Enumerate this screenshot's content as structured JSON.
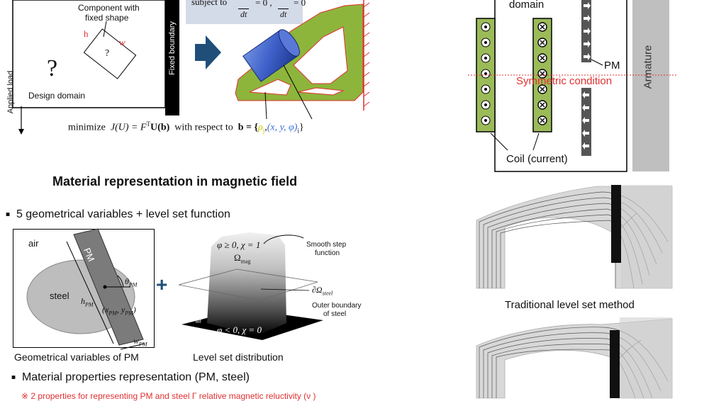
{
  "top_left": {
    "component_label_1": "Component with",
    "component_label_2": "fixed shape",
    "h_label": "h",
    "w_label": "w",
    "question_small": "?",
    "question_big": "?",
    "design_domain": "Design domain",
    "applied_load": "Applied load",
    "fixed_boundary": "Fixed boundary",
    "subject_text": "subject to",
    "dt1": "dt",
    "eq1": "= 0 ,",
    "dt2": "dt",
    "eq2": "= 0",
    "formula_minimize": "minimize",
    "formula_J": "J(U) = F",
    "formula_T": "T",
    "formula_U": "U(b)",
    "formula_respect": "with respect to",
    "formula_b": "b = {",
    "formula_rho": "ρ",
    "formula_rho_sub": "j",
    "formula_comma": ",",
    "formula_xyphi": "(x, y, φ)",
    "formula_i": "i",
    "formula_close": "}"
  },
  "section_title": "Material representation in magnetic field",
  "bullet1": "5 geometrical variables + level set function",
  "pm_diagram": {
    "air": "air",
    "pm": "PM",
    "steel": "steel",
    "theta": "θ",
    "theta_sub": "PM",
    "h": "h",
    "h_sub": "PM",
    "xy_open": "(x",
    "xy_sub1": "PM",
    "xy_mid": ", y",
    "xy_sub2": "PM",
    "xy_close": ")",
    "w": "w",
    "w_sub": "PM",
    "caption": "Geometrical variables of PM"
  },
  "plus": "+",
  "levelset": {
    "top_label": "φ ≥ 0,  χ = 1",
    "omega_mag": "Ω",
    "omega_mag_sub": "mag",
    "smooth_1": "Smooth step",
    "smooth_2": "function",
    "boundary_symbol": "∂Ω",
    "boundary_sub": "steel",
    "outer_1": "Outer boundary",
    "outer_2": "of steel",
    "omega_air": "Ω",
    "omega_air_sub": "air",
    "bottom_label": "φ < 0,  χ = 0",
    "caption": "Level set distribution"
  },
  "bullet2": "Material properties representation (PM, steel)",
  "note": "※ 2 properties for representing PM and steel  Γ  relative magnetic reluctivity (ν )",
  "right": {
    "domain": "domain",
    "pm": "PM",
    "symmetric": "Symmetric condition",
    "armature": "Armature",
    "coil": "Coil (current)",
    "traditional": "Traditional level set method"
  },
  "colors": {
    "coil_green": "#9bbb59",
    "arrow_blue": "#1f4e79",
    "red": "#e03030",
    "blue_formula": "#3b6fd8",
    "yellow_formula": "#c8c800"
  }
}
